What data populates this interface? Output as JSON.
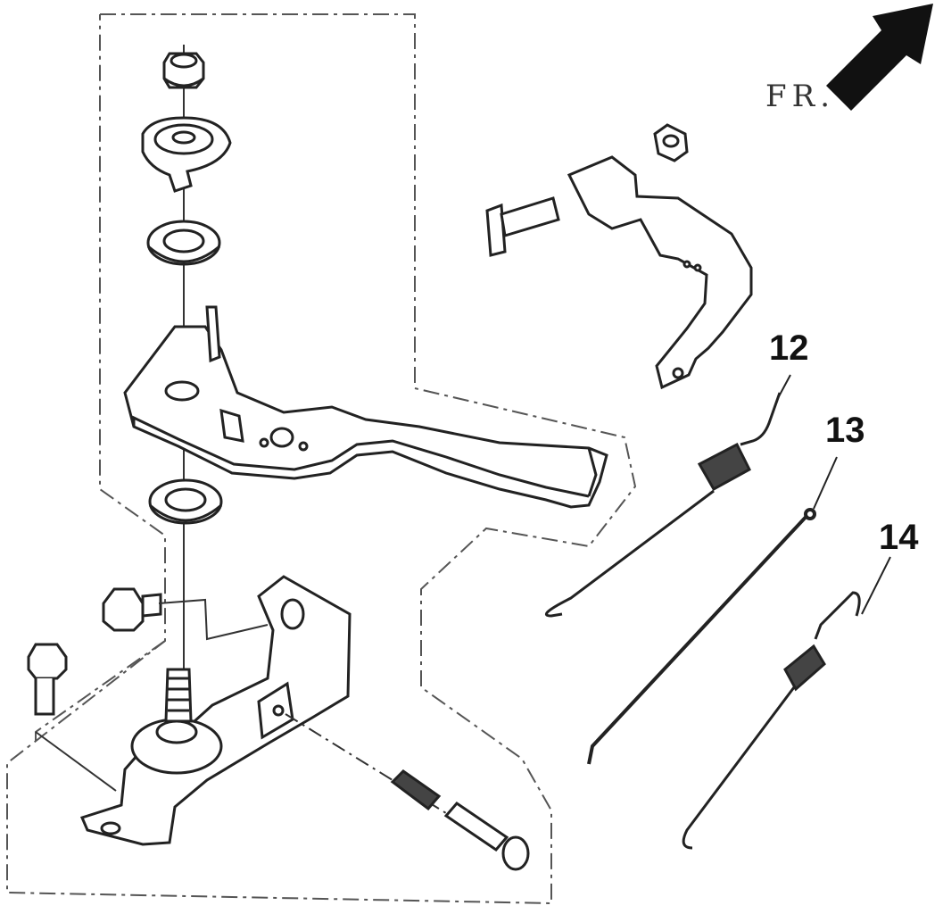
{
  "direction_label": "FR.",
  "callouts": [
    {
      "number": "12",
      "part": "spring"
    },
    {
      "number": "13",
      "part": "rod"
    },
    {
      "number": "14",
      "part": "spring"
    }
  ],
  "colors": {
    "line": "#222222",
    "dash": "#555555",
    "arrow": "#111111",
    "background": "#ffffff"
  }
}
